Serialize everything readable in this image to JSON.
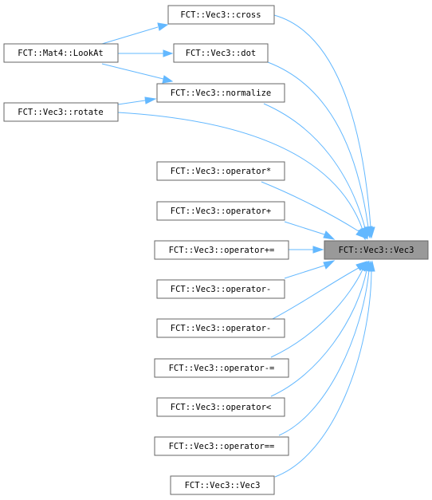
{
  "diagram": {
    "type": "caller-graph",
    "edge_color": "#63b8ff",
    "target_fill": "#999999",
    "nodes": [
      {
        "id": "cross",
        "label": "FCT::Vec3::cross"
      },
      {
        "id": "lookat",
        "label": "FCT::Mat4::LookAt"
      },
      {
        "id": "dot",
        "label": "FCT::Vec3::dot"
      },
      {
        "id": "normalize",
        "label": "FCT::Vec3::normalize"
      },
      {
        "id": "rotate",
        "label": "FCT::Vec3::rotate"
      },
      {
        "id": "opmul",
        "label": "FCT::Vec3::operator*"
      },
      {
        "id": "opplus",
        "label": "FCT::Vec3::operator+"
      },
      {
        "id": "opplusassign",
        "label": "FCT::Vec3::operator+="
      },
      {
        "id": "target",
        "label": "FCT::Vec3::Vec3"
      },
      {
        "id": "opminus1",
        "label": "FCT::Vec3::operator-"
      },
      {
        "id": "opminus2",
        "label": "FCT::Vec3::operator-"
      },
      {
        "id": "opminusassign",
        "label": "FCT::Vec3::operator-="
      },
      {
        "id": "oplt",
        "label": "FCT::Vec3::operator<"
      },
      {
        "id": "opeq",
        "label": "FCT::Vec3::operator=="
      },
      {
        "id": "ctor",
        "label": "FCT::Vec3::Vec3"
      }
    ],
    "edges": [
      {
        "from": "lookat",
        "to": "cross"
      },
      {
        "from": "lookat",
        "to": "dot"
      },
      {
        "from": "lookat",
        "to": "normalize"
      },
      {
        "from": "rotate",
        "to": "normalize"
      },
      {
        "from": "cross",
        "to": "target"
      },
      {
        "from": "dot",
        "to": "target"
      },
      {
        "from": "normalize",
        "to": "target"
      },
      {
        "from": "rotate",
        "to": "target"
      },
      {
        "from": "opmul",
        "to": "target"
      },
      {
        "from": "opplus",
        "to": "target"
      },
      {
        "from": "opplusassign",
        "to": "target"
      },
      {
        "from": "opminus1",
        "to": "target"
      },
      {
        "from": "opminus2",
        "to": "target"
      },
      {
        "from": "opminusassign",
        "to": "target"
      },
      {
        "from": "oplt",
        "to": "target"
      },
      {
        "from": "opeq",
        "to": "target"
      },
      {
        "from": "ctor",
        "to": "target"
      }
    ]
  }
}
